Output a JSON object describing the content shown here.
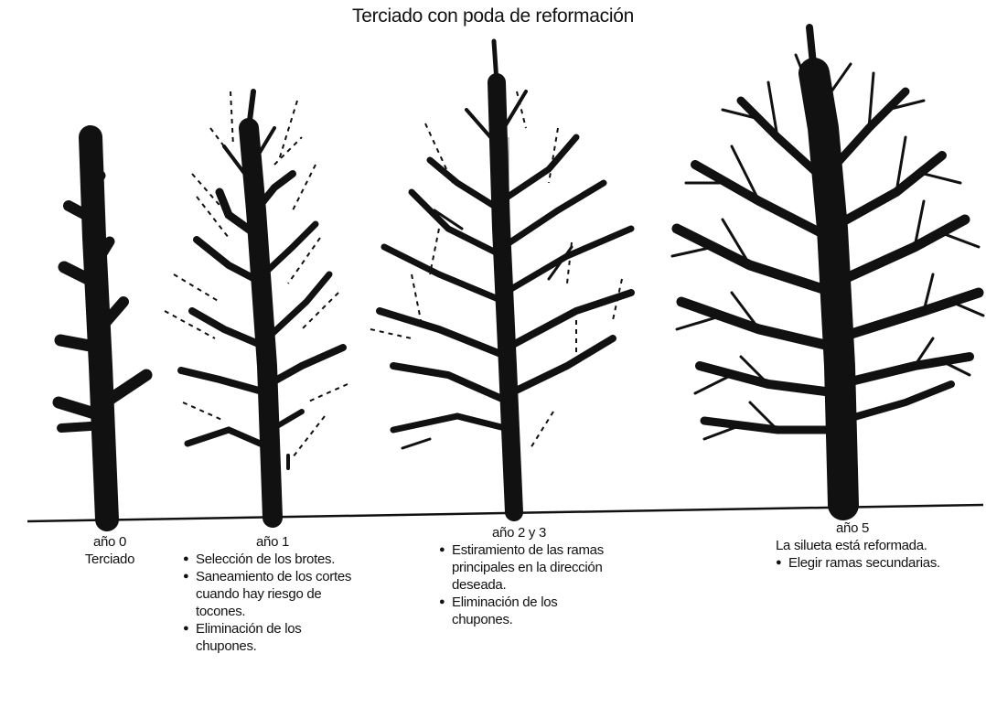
{
  "title": "Terciado con poda de reformación",
  "stages": [
    {
      "year": "año 0",
      "lines": [
        "Terciado"
      ],
      "bullets": []
    },
    {
      "year": "año 1",
      "lines": [],
      "bullets": [
        "Selección de los brotes.",
        "Saneamiento de los cortes cuando hay riesgo de tocones.",
        "Eliminación de los chupones."
      ]
    },
    {
      "year": "año 2 y 3",
      "lines": [],
      "bullets": [
        "Estiramiento de las ramas principales en la dirección deseada.",
        "Eliminación de los chupones."
      ]
    },
    {
      "year": "año 5",
      "lines": [
        "La silueta está reformada."
      ],
      "bullets": [
        "Elegir ramas secundarias."
      ]
    }
  ]
}
